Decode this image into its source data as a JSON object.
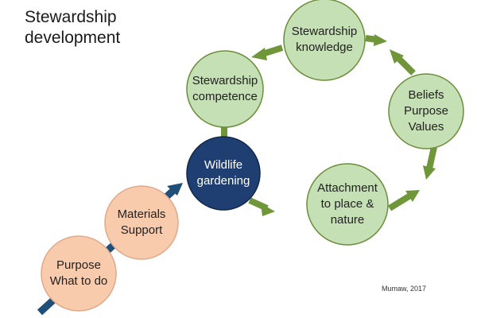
{
  "title_line1": "Stewardship",
  "title_line2": "development",
  "credit": "Mumaw, 2017",
  "colors": {
    "peach_fill": "#f8cbad",
    "peach_stroke": "#e0a98a",
    "green_fill": "#c5e0b4",
    "green_stroke": "#6b8e3a",
    "navy_fill": "#1f3f73",
    "navy_stroke": "#12274a",
    "arrow_green": "#70963a",
    "arrow_blue": "#1f4e79"
  },
  "nodes": [
    {
      "id": "purpose",
      "line1": "Purpose",
      "line2": "What to do"
    },
    {
      "id": "materials",
      "line1": "Materials",
      "line2": "Support"
    },
    {
      "id": "wildlife",
      "line1": "Wildlife",
      "line2": "gardening"
    },
    {
      "id": "competence",
      "line1": "Stewardship",
      "line2": "competence"
    },
    {
      "id": "knowledge",
      "line1": "Stewardship",
      "line2": "knowledge"
    },
    {
      "id": "beliefs",
      "line1": "Beliefs",
      "line2": "Purpose",
      "line3": "Values"
    },
    {
      "id": "attachment",
      "line1": "Attachment",
      "line2": "to place &",
      "line3": "nature"
    }
  ]
}
